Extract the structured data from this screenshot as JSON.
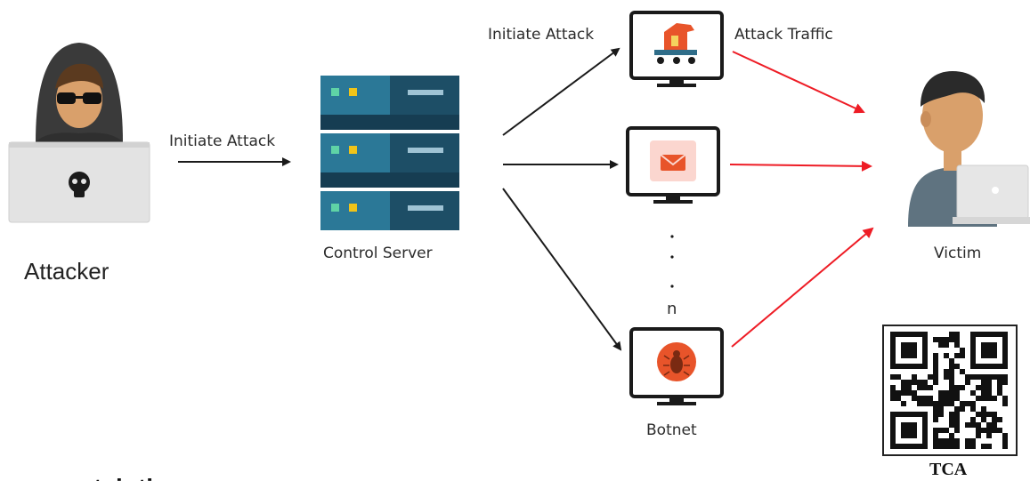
{
  "labels": {
    "attacker": "Attacker",
    "initiate_attack_left": "Initiate Attack",
    "control_server": "Control Server",
    "initiate_attack_top": "Initiate Attack",
    "attack_traffic": "Attack Traffic",
    "n_marker": "n",
    "botnet": "Botnet",
    "victim": "Victim",
    "qr_caption": "TCA",
    "bottom_fragment": "ntainti"
  },
  "colors": {
    "arrow_black": "#1a1a1a",
    "arrow_red": "#ee1c25",
    "server_dark": "#1d4e66",
    "server_light": "#2b7897",
    "hood": "#3a3a3a",
    "skin": "#d9a06b",
    "victim_shirt": "#5f7380",
    "laptop": "#e6e6e6"
  },
  "icons": {
    "attacker": "hacker-icon",
    "server": "server-stack-icon",
    "bot_top": "trojan-horse-icon",
    "bot_middle": "envelope-icon",
    "bot_bottom": "bug-icon",
    "victim": "victim-person-icon",
    "qr": "qr-code-icon"
  }
}
